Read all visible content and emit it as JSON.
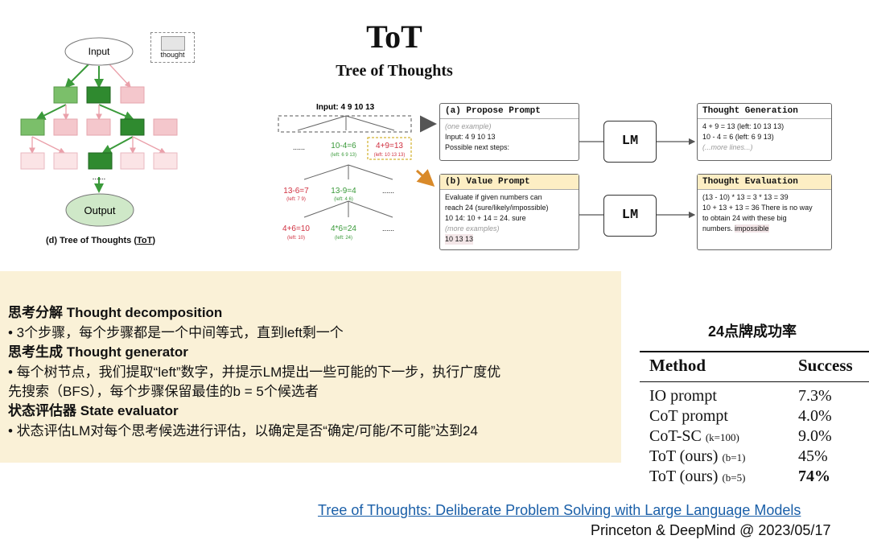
{
  "header": {
    "title": "ToT",
    "subtitle": "Tree of Thoughts"
  },
  "tree_diagram": {
    "input_label": "Input",
    "output_label": "Output",
    "ellipsis": "......",
    "caption_prefix": "(d) Tree of Thoughts (",
    "caption_abbr": "ToT",
    "caption_suffix": ")",
    "legend_label": "thought",
    "colors": {
      "selected": "#2f8a2f",
      "good": "#7bbf6a",
      "pruned": "#f4c7cc",
      "arrow": "#3a9a3a"
    }
  },
  "example_tree": {
    "input": "Input: 4 9 10 13",
    "dots": "......",
    "n1": "10-4=6",
    "n1_left": "(left: 6 9 13)",
    "n2": "4+9=13",
    "n2_left": "(left: 10 13 13)",
    "n3": "13-6=7",
    "n3_left": "(left: 7 9)",
    "n4": "13-9=4",
    "n4_left": "(left: 4 6)",
    "n5": "4+6=10",
    "n5_left": "(left: 10)",
    "n6": "4*6=24",
    "n6_left": "(left: 24)"
  },
  "propose_prompt": {
    "title": "(a) Propose Prompt",
    "l1": "(one example)",
    "l2": "Input: 4 9 10 13",
    "l3": "Possible next steps:"
  },
  "value_prompt": {
    "title": "(b) Value Prompt",
    "l1": "Evaluate if given numbers can",
    "l2": "reach 24 (sure/likely/impossible)",
    "l3": "10 14: 10 + 14 = 24. sure",
    "l4": "(more examples)",
    "l5": "10 13 13"
  },
  "lm_label": "LM",
  "thought_generation": {
    "title": "Thought Generation",
    "l1": "4 + 9 = 13 (left: 10 13 13)",
    "l2": "10 - 4 = 6 (left: 6 9 13)",
    "l3": "(...more lines...)"
  },
  "thought_evaluation": {
    "title": "Thought Evaluation",
    "l1": "(13 - 10) * 13 = 3 * 13 = 39",
    "l2": "10 + 13 + 13 = 36 There is no way",
    "l3": "to obtain 24 with these big",
    "l4a": "numbers. ",
    "l4b": "impossible"
  },
  "notes": {
    "h1_zh": "思考分解 ",
    "h1_en": "Thought decomposition",
    "b1": "•    3个步骤，每个步骤都是一个中间等式，直到left剩一个",
    "h2_zh": "思考生成 ",
    "h2_en": "Thought generator",
    "b2a": "•    每个树节点，我们提取“left”数字，并提示LM提出一些可能的下一步，执行广度优",
    "b2b": "先搜索（BFS），每个步骤保留最佳的b = 5个候选者",
    "h3_zh": "状态评估器 ",
    "h3_en": "State evaluator",
    "b3": "•    状态评估LM对每个思考候选进行评估，以确定是否“确定/可能/不可能”达到24"
  },
  "results_table": {
    "title": "24点牌成功率",
    "col_method": "Method",
    "col_success": "Success",
    "rows": [
      {
        "method": "IO prompt",
        "param": "",
        "success": "7.3%"
      },
      {
        "method": "CoT prompt",
        "param": "",
        "success": "4.0%"
      },
      {
        "method": "CoT-SC ",
        "param": "(k=100)",
        "success": "9.0%"
      },
      {
        "method": "ToT (ours) ",
        "param": "(b=1)",
        "success": "45%"
      },
      {
        "method": "ToT (ours) ",
        "param": "(b=5)",
        "success": "74%"
      }
    ]
  },
  "footer": {
    "paper_link": "Tree of Thoughts: Deliberate Problem Solving with Large Language Models",
    "credit": "Princeton & DeepMind @ 2023/05/17"
  }
}
